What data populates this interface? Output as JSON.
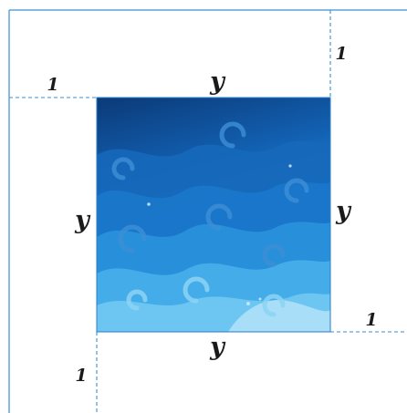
{
  "labels": {
    "top_inner_y": "y",
    "left_inner_y": "y",
    "right_inner_y": "y",
    "bottom_inner_y": "y",
    "top_left_1": "1",
    "top_right_1": "1",
    "bottom_right_1": "1",
    "bottom_left_1": "1"
  },
  "colors": {
    "outline": "#3a8fd0",
    "dashed": "#3a8fd0",
    "wave_dark": "#0d3f7f",
    "wave_mid": "#1670c4",
    "wave_light": "#4ab4ea",
    "wave_pale": "#a8def7"
  }
}
